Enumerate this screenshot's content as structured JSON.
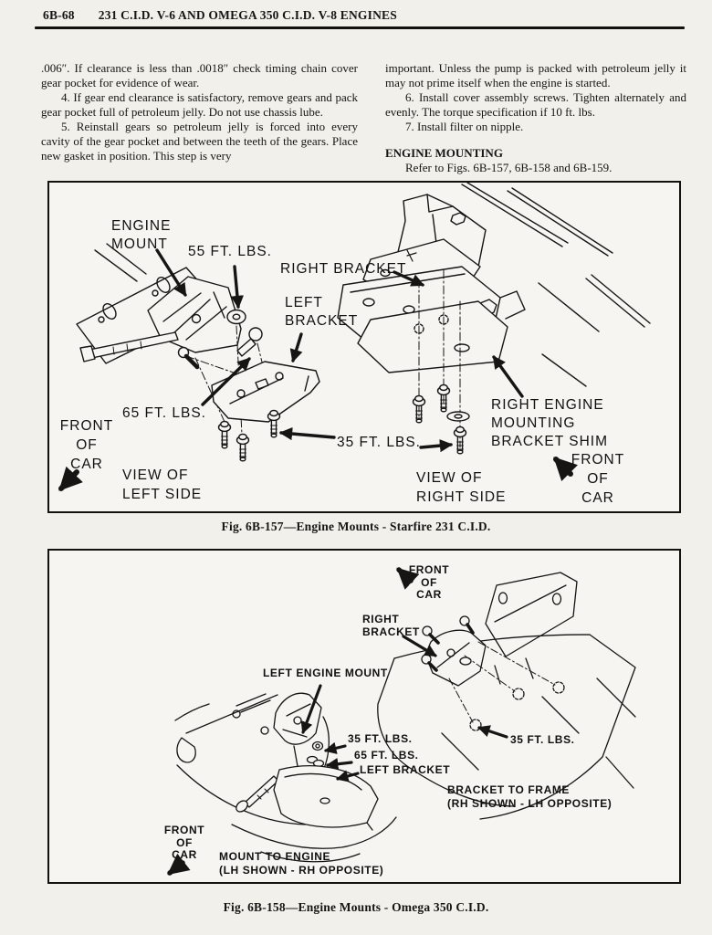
{
  "header": {
    "page_number": "6B-68",
    "title": "231 C.I.D. V-6 AND OMEGA 350 C.I.D. V-8 ENGINES"
  },
  "left_column": {
    "para1": ".006″. If clearance is less than .0018″ check timing chain cover gear pocket for evidence of wear.",
    "step4": "4. If gear end clearance is satisfactory, remove gears and pack gear pocket full of petroleum jelly. Do not use chassis lube.",
    "step5": "5. Reinstall gears so petroleum jelly is forced into every cavity of the gear pocket and between the teeth of the gears. Place new gasket in position. This step is very"
  },
  "right_column": {
    "para1": "important. Unless the pump is packed with petroleum jelly it may not prime itself when the engine is started.",
    "step6": "6. Install cover assembly screws. Tighten alternately and evenly. The torque specification if 10 ft. lbs.",
    "step7": "7. Install filter on nipple.",
    "section_heading": "ENGINE MOUNTING",
    "section_text": "Refer to Figs. 6B-157, 6B-158 and 6B-159."
  },
  "figure1": {
    "caption": "Fig. 6B-157—Engine Mounts - Starfire 231 C.I.D.",
    "labels": {
      "engine_mount": "ENGINE\nMOUNT",
      "torque_55": "55 FT. LBS.",
      "right_bracket": "RIGHT BRACKET",
      "left_bracket": "LEFT\nBRACKET",
      "torque_65": "65 FT. LBS.",
      "front_of_car_left": "FRONT\nOF\nCAR",
      "view_left": "VIEW OF\nLEFT SIDE",
      "torque_35": "35 FT. LBS.",
      "view_right": "VIEW OF\nRIGHT SIDE",
      "shim": "RIGHT ENGINE MOUNTING\nBRACKET SHIM",
      "front_of_car_right": "FRONT\nOF\nCAR"
    }
  },
  "figure2": {
    "caption": "Fig. 6B-158—Engine Mounts - Omega 350 C.I.D.",
    "labels": {
      "front_of_car_top": "FRONT\nOF\nCAR",
      "right_bracket": "RIGHT\nBRACKET",
      "left_engine_mount": "LEFT ENGINE MOUNT",
      "torque_35_left": "35 FT. LBS.",
      "torque_65": "65 FT. LBS.",
      "left_bracket": "LEFT BRACKET",
      "torque_35_right": "35 FT. LBS.",
      "bracket_to_frame": "BRACKET TO FRAME\n(RH SHOWN - LH OPPOSITE)",
      "front_of_car_bottom": "FRONT\nOF\nCAR",
      "mount_to_engine": "MOUNT TO ENGINE\n(LH SHOWN - RH OPPOSITE)"
    }
  }
}
